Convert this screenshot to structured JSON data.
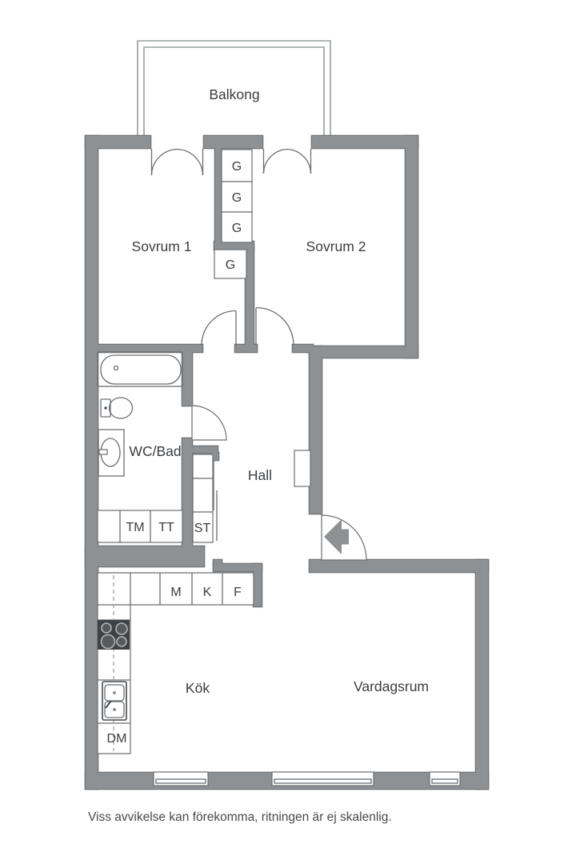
{
  "plan": {
    "rooms": {
      "balcony": "Balkong",
      "bedroom1": "Sovrum 1",
      "bedroom2": "Sovrum 2",
      "bathroom": "WC/Bad",
      "hall": "Hall",
      "kitchen": "Kök",
      "living_room": "Vardagsrum"
    },
    "units": {
      "wardrobes": [
        "G",
        "G",
        "G",
        "G"
      ],
      "washing_machine": "TM",
      "dryer": "TT",
      "cleaning_closet": "ST",
      "appliance_row": [
        "M",
        "K",
        "F"
      ],
      "dishwasher": "DM"
    },
    "footer_note": "Viss avvikelse kan förekomma, ritningen är ej skalenlig.",
    "colors": {
      "wall": "#8d9194",
      "wall_outline": "#6f7478",
      "label_text": "#3b3d40"
    }
  }
}
